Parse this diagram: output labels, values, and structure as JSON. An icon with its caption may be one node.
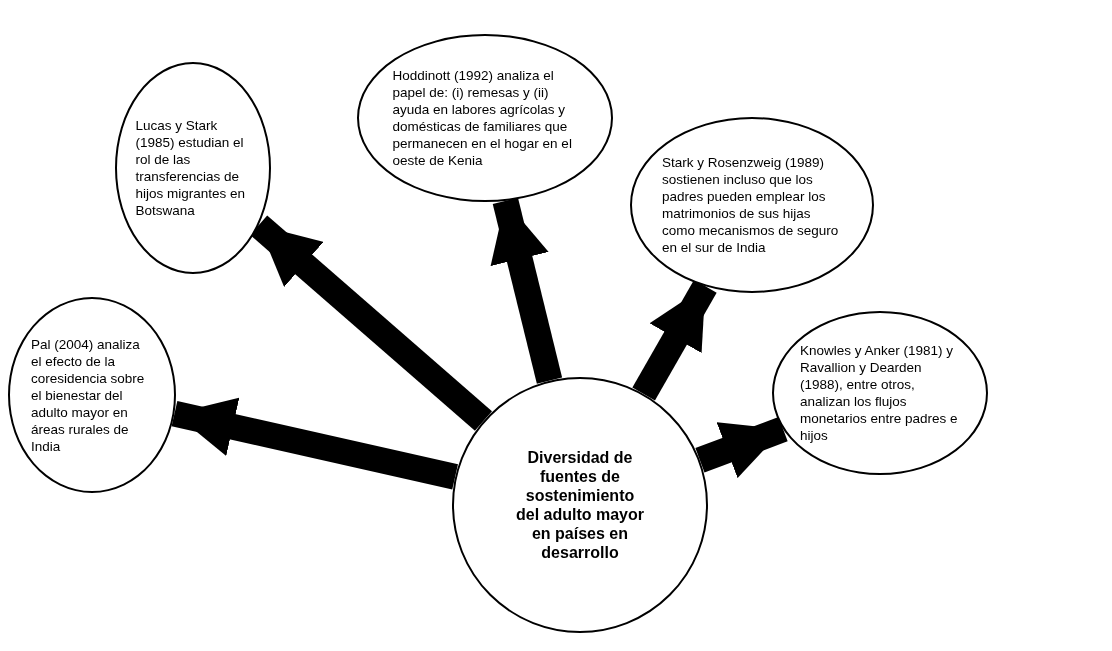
{
  "diagram": {
    "nodes": [
      {
        "text": [
          "Diversidad de fuentes de sostenimiento del adulto mayor en países en desarrollo"
        ]
      },
      {
        "text": [
          "Hoddinott (1992) analiza el papel de: (i) remesas y (ii) ayuda en labores agrícolas y domésticas de familiares que permanecen en el hogar en el oeste de Kenia"
        ]
      },
      {
        "text": [
          "Lucas y Stark (1985) estudian el rol de las transferencias de hijos migrantes en Botswana"
        ]
      },
      {
        "text": [
          "Stark y Rosenzweig (1989) sostienen incluso que los padres pueden emplear los matrimonios de sus hijas como mecanismos de seguro en el sur de India"
        ]
      },
      {
        "text": [
          "Pal (2004) analiza el efecto de la coresidencia sobre el bienestar del adulto mayor en áreas rurales de India"
        ]
      },
      {
        "text": [
          "Knowles y Anker (1981) y Ravallion y Dearden (1988), entre otros, analizan los flujos monetarios entre padres e hijos"
        ]
      }
    ],
    "edges": [
      {
        "from": 0,
        "to": 1,
        "arrow": "to"
      },
      {
        "from": 0,
        "to": 2,
        "arrow": "to"
      },
      {
        "from": 0,
        "to": 3,
        "arrow": "to"
      },
      {
        "from": 0,
        "to": 4,
        "arrow": "to"
      },
      {
        "from": 0,
        "to": 5,
        "arrow": "to"
      }
    ]
  }
}
